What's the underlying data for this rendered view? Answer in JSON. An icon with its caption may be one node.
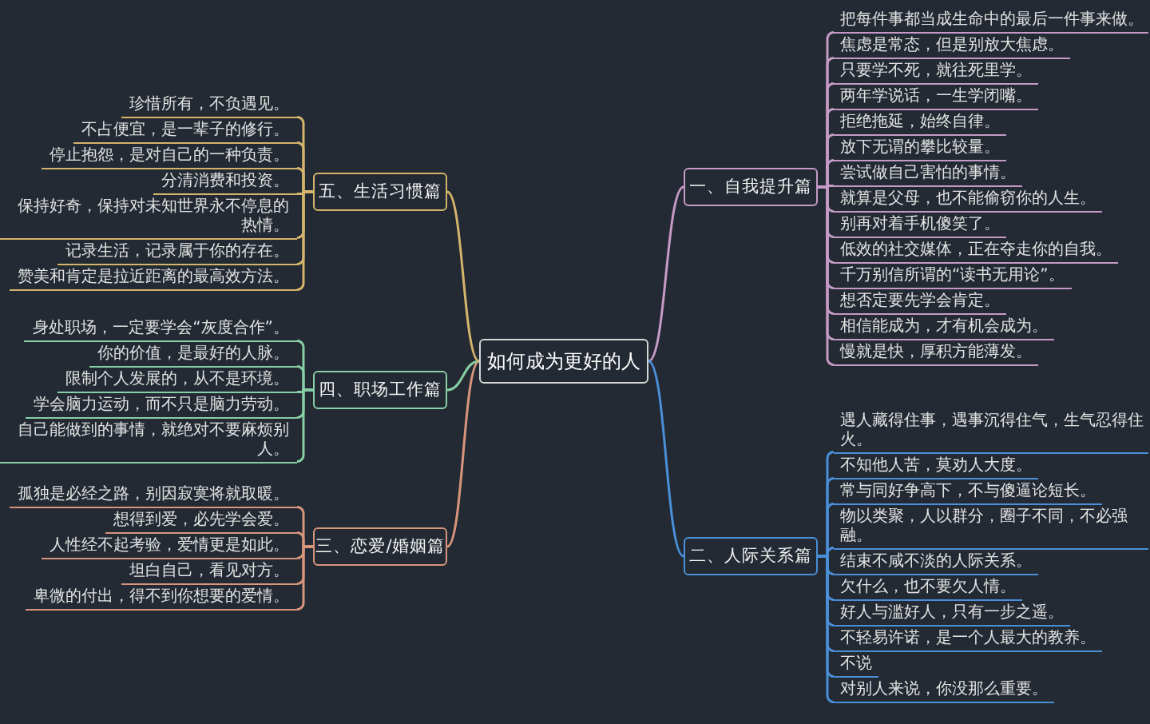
{
  "diagram": {
    "nodes": [
      {
        "text": [
          "如何成为更好的人"
        ]
      },
      {
        "text": [
          "一、自我提升篇"
        ]
      },
      {
        "text": [
          "把每件事都当成生命中的最后一件事来做。"
        ]
      },
      {
        "text": [
          "焦虑是常态，但是别放大焦虑。"
        ]
      },
      {
        "text": [
          "只要学不死，就往死里学。"
        ]
      },
      {
        "text": [
          "两年学说话，一生学闭嘴。"
        ]
      },
      {
        "text": [
          "拒绝拖延，始终自律。"
        ]
      },
      {
        "text": [
          "放下无谓的攀比较量。"
        ]
      },
      {
        "text": [
          "尝试做自己害怕的事情。"
        ]
      },
      {
        "text": [
          "就算是父母，也不能偷窃你的人生。"
        ]
      },
      {
        "text": [
          "别再对着手机傻笑了。"
        ]
      },
      {
        "text": [
          "低效的社交媒体，正在夺走你的自我。"
        ]
      },
      {
        "text": [
          "千万别信所谓的“读书无用论”。"
        ]
      },
      {
        "text": [
          "想否定要先学会肯定。"
        ]
      },
      {
        "text": [
          "相信能成为，才有机会成为。"
        ]
      },
      {
        "text": [
          "慢就是快，厚积方能薄发。"
        ]
      },
      {
        "text": [
          "二、人际关系篇"
        ]
      },
      {
        "text": [
          "遇人藏得住事，遇事沉得住气，生气忍得住火。"
        ]
      },
      {
        "text": [
          "不知他人苦，莫劝人大度。"
        ]
      },
      {
        "text": [
          "常与同好争高下，不与傻逼论短长。"
        ]
      },
      {
        "text": [
          "物以类聚，人以群分，圈子不同，不必强融。"
        ]
      },
      {
        "text": [
          "结束不咸不淡的人际关系。"
        ]
      },
      {
        "text": [
          "欠什么，也不要欠人情。"
        ]
      },
      {
        "text": [
          "好人与滥好人，只有一步之遥。"
        ]
      },
      {
        "text": [
          "不轻易许诺，是一个人最大的教养。"
        ]
      },
      {
        "text": [
          "不说"
        ]
      },
      {
        "text": [
          "对别人来说，你没那么重要。"
        ]
      },
      {
        "text": [
          "三、恋爱/婚姻篇"
        ]
      },
      {
        "text": [
          "孤独是必经之路，别因寂寞将就取暖。"
        ]
      },
      {
        "text": [
          "想得到爱，必先学会爱。"
        ]
      },
      {
        "text": [
          "人性经不起考验，爱情更是如此。"
        ]
      },
      {
        "text": [
          "坦白自己，看见对方。"
        ]
      },
      {
        "text": [
          "卑微的付出，得不到你想要的爱情。"
        ]
      },
      {
        "text": [
          "四、职场工作篇"
        ]
      },
      {
        "text": [
          "身处职场，一定要学会“灰度合作”。"
        ]
      },
      {
        "text": [
          "你的价值，是最好的人脉。"
        ]
      },
      {
        "text": [
          "限制个人发展的，从不是环境。"
        ]
      },
      {
        "text": [
          "学会脑力运动，而不只是脑力劳动。"
        ]
      },
      {
        "text": [
          "自己能做到的事情，就绝对不要麻烦别人。"
        ]
      },
      {
        "text": [
          "五、生活习惯篇"
        ]
      },
      {
        "text": [
          "珍惜所有，不负遇见。"
        ]
      },
      {
        "text": [
          "不占便宜，是一辈子的修行。"
        ]
      },
      {
        "text": [
          "停止抱怨，是对自己的一种负责。"
        ]
      },
      {
        "text": [
          "分清消费和投资。"
        ]
      },
      {
        "text": [
          "保持好奇，保持对未知世界永不停息的热情。"
        ]
      },
      {
        "text": [
          "记录生活，记录属于你的存在。"
        ]
      },
      {
        "text": [
          "赞美和肯定是拉近距离的最高效方法。"
        ]
      }
    ],
    "edges": [
      {
        "from": 0,
        "to": 1,
        "arrow": "none"
      },
      {
        "from": 1,
        "to": 2,
        "arrow": "none"
      },
      {
        "from": 1,
        "to": 3,
        "arrow": "none"
      },
      {
        "from": 1,
        "to": 4,
        "arrow": "none"
      },
      {
        "from": 1,
        "to": 5,
        "arrow": "none"
      },
      {
        "from": 1,
        "to": 6,
        "arrow": "none"
      },
      {
        "from": 1,
        "to": 7,
        "arrow": "none"
      },
      {
        "from": 1,
        "to": 8,
        "arrow": "none"
      },
      {
        "from": 1,
        "to": 9,
        "arrow": "none"
      },
      {
        "from": 1,
        "to": 10,
        "arrow": "none"
      },
      {
        "from": 1,
        "to": 11,
        "arrow": "none"
      },
      {
        "from": 1,
        "to": 12,
        "arrow": "none"
      },
      {
        "from": 1,
        "to": 13,
        "arrow": "none"
      },
      {
        "from": 1,
        "to": 14,
        "arrow": "none"
      },
      {
        "from": 1,
        "to": 15,
        "arrow": "none"
      },
      {
        "from": 0,
        "to": 16,
        "arrow": "none",
        "color": "#4a90d9"
      },
      {
        "from": 16,
        "to": 17,
        "arrow": "none",
        "color": "#4a90d9"
      },
      {
        "from": 16,
        "to": 18,
        "arrow": "none",
        "color": "#4a90d9"
      },
      {
        "from": 16,
        "to": 19,
        "arrow": "none",
        "color": "#4a90d9"
      },
      {
        "from": 16,
        "to": 20,
        "arrow": "none",
        "color": "#4a90d9"
      },
      {
        "from": 16,
        "to": 21,
        "arrow": "none",
        "color": "#4a90d9"
      },
      {
        "from": 16,
        "to": 22,
        "arrow": "none",
        "color": "#4a90d9"
      },
      {
        "from": 16,
        "to": 23,
        "arrow": "none",
        "color": "#4a90d9"
      },
      {
        "from": 16,
        "to": 24,
        "arrow": "none",
        "color": "#4a90d9"
      },
      {
        "from": 16,
        "to": 25,
        "arrow": "none",
        "color": "#4a90d9"
      },
      {
        "from": 16,
        "to": 26,
        "arrow": "none",
        "color": "#4a90d9"
      },
      {
        "from": 0,
        "to": 27,
        "arrow": "none",
        "color": "#d8957c"
      },
      {
        "from": 27,
        "to": 28,
        "arrow": "none",
        "color": "#d8957c"
      },
      {
        "from": 27,
        "to": 29,
        "arrow": "none",
        "color": "#d8957c"
      },
      {
        "from": 27,
        "to": 30,
        "arrow": "none",
        "color": "#d8957c"
      },
      {
        "from": 27,
        "to": 31,
        "arrow": "none",
        "color": "#d8957c"
      },
      {
        "from": 27,
        "to": 32,
        "arrow": "none",
        "color": "#d8957c"
      },
      {
        "from": 0,
        "to": 33,
        "arrow": "none",
        "color": "#88cfa6"
      },
      {
        "from": 33,
        "to": 34,
        "arrow": "none",
        "color": "#88cfa6"
      },
      {
        "from": 33,
        "to": 35,
        "arrow": "none",
        "color": "#88cfa6"
      },
      {
        "from": 33,
        "to": 36,
        "arrow": "none",
        "color": "#88cfa6"
      },
      {
        "from": 33,
        "to": 37,
        "arrow": "none",
        "color": "#88cfa6"
      },
      {
        "from": 33,
        "to": 38,
        "arrow": "none",
        "color": "#88cfa6"
      },
      {
        "from": 0,
        "to": 39,
        "arrow": "none",
        "color": "#d5b46c"
      },
      {
        "from": 39,
        "to": 40,
        "arrow": "none",
        "color": "#d5b46c"
      },
      {
        "from": 39,
        "to": 41,
        "arrow": "none",
        "color": "#d5b46c"
      },
      {
        "from": 39,
        "to": 42,
        "arrow": "none",
        "color": "#d5b46c"
      },
      {
        "from": 39,
        "to": 43,
        "arrow": "none",
        "color": "#d5b46c"
      },
      {
        "from": 39,
        "to": 44,
        "arrow": "none",
        "color": "#d5b46c"
      },
      {
        "from": 39,
        "to": 45,
        "arrow": "none",
        "color": "#d5b46c"
      },
      {
        "from": 39,
        "to": 46,
        "arrow": "none",
        "color": "#d5b46c"
      }
    ]
  }
}
